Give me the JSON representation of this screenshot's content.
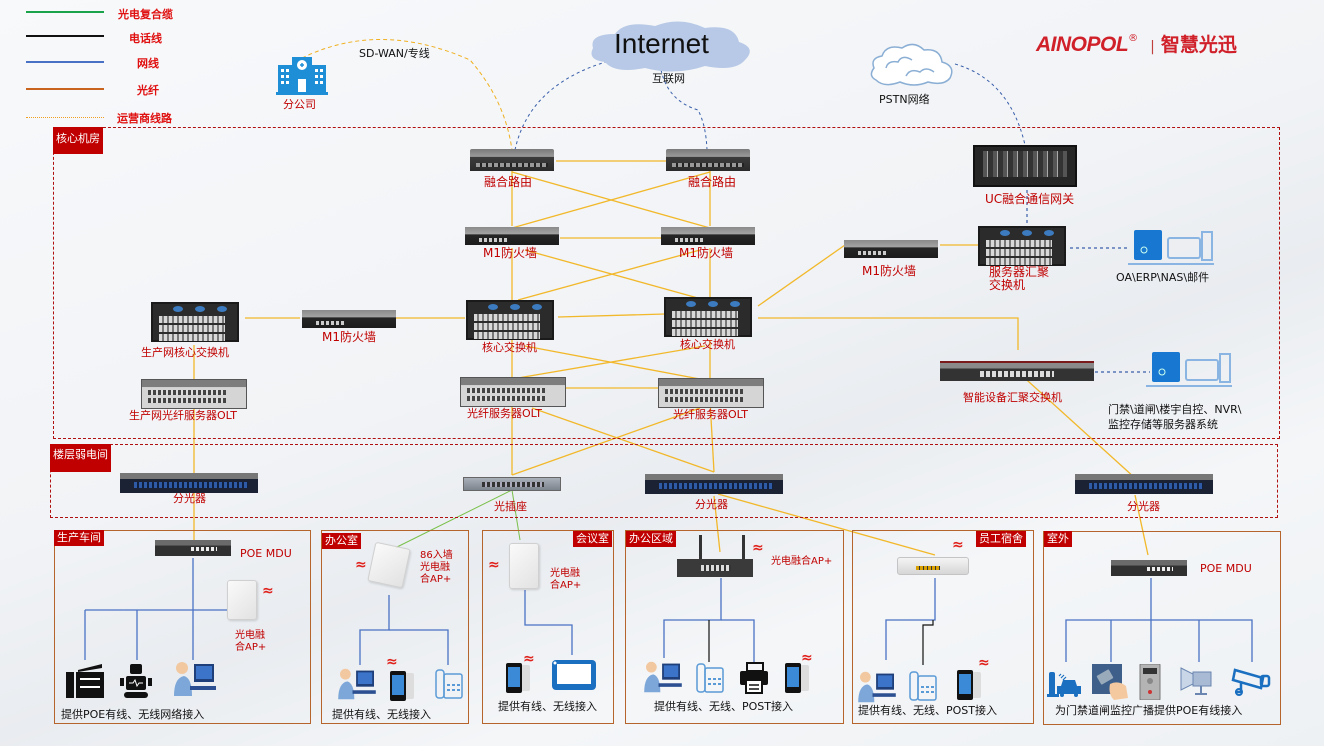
{
  "legend": [
    {
      "label": "光电复合缆",
      "color": "#1aa34a",
      "style": "solid"
    },
    {
      "label": "电话线",
      "color": "#111111",
      "style": "solid"
    },
    {
      "label": "网线",
      "color": "#4a72c4",
      "style": "solid"
    },
    {
      "label": "光纤",
      "color": "#c8641e",
      "style": "solid"
    },
    {
      "label": "运营商线路",
      "color": "#f0a020",
      "style": "dotted"
    }
  ],
  "brand": {
    "logo": "AINOPOL",
    "registered": "®",
    "separator": "|",
    "slogan": "智慧光迅",
    "color": "#d0202a"
  },
  "external": {
    "branch": "分公司",
    "sdwan": "SD-WAN/专线",
    "internet": "Internet",
    "internet_label": "互联网",
    "pstn": "PSTN网络"
  },
  "zones": {
    "core": "核心机房",
    "floor": "楼层弱电间"
  },
  "core_devices": {
    "router_left": "融合路由",
    "router_right": "融合路由",
    "fw_left": "M1防火墙",
    "fw_right": "M1防火墙",
    "fw_server": "M1防火墙",
    "fw_prod": "M1防火墙",
    "uc_gateway": "UC融合通信网关",
    "server_agg": "服务器汇聚\n交换机",
    "server_agg_l1": "服务器汇聚",
    "server_agg_l2": "交换机",
    "servers": "OA\\ERP\\NAS\\邮件",
    "prod_core": "生产网核心交换机",
    "core_left": "核心交换机",
    "core_right": "核心交换机",
    "prod_olt": "生产网光纤服务器OLT",
    "olt_left": "光纤服务器OLT",
    "olt_right": "光纤服务器OLT",
    "smart_agg": "智能设备汇聚交换机",
    "smart_servers_l1": "门禁\\道闸\\楼宇自控、NVR\\",
    "smart_servers_l2": "监控存储等服务器系统"
  },
  "floor_devices": {
    "splitter_left": "分光器",
    "socket": "光插座",
    "splitter_mid": "分光器",
    "splitter_right": "分光器"
  },
  "areas": [
    {
      "name": "生产车间",
      "device": "POE MDU",
      "ap_l1": "光电融",
      "ap_l2": "合AP+",
      "caption": "提供POE有线、无线网络接入"
    },
    {
      "name": "办公室",
      "ap_l1": "86入墙",
      "ap_l2": "光电融",
      "ap_l3": "合AP+",
      "caption": "提供有线、无线接入"
    },
    {
      "name": "会议室",
      "ap_l1": "光电融",
      "ap_l2": "合AP+",
      "caption": "提供有线、无线接入"
    },
    {
      "name": "办公区域",
      "ap": "光电融合AP+",
      "caption": "提供有线、无线、POST接入"
    },
    {
      "name": "员工宿舍",
      "caption": "提供有线、无线、POST接入"
    },
    {
      "name": "室外",
      "device": "POE MDU",
      "caption": "为门禁道闸监控广播提供POE有线接入"
    }
  ],
  "icons": {
    "wifi": "wifi-icon",
    "pc": "pc-user-icon",
    "phone": "desk-phone-icon",
    "mobile": "smartphone-icon",
    "printer": "printer-icon",
    "copier": "copier-icon",
    "robot": "robot-icon",
    "tablet": "tablet-icon",
    "car_gate": "parking-gate-icon",
    "card_reader": "card-reader-icon",
    "intercom": "intercom-icon",
    "speaker": "horn-speaker-icon",
    "camera": "cctv-camera-icon",
    "building": "building-icon",
    "cloud": "cloud-icon"
  }
}
